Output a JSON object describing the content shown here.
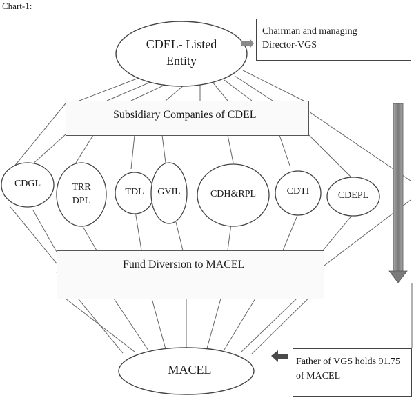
{
  "chart_label": "Chart-1:",
  "top_entity": {
    "line1": "CDEL- Listed",
    "line2": "Entity"
  },
  "top_note": {
    "line1": "Chairman and managing",
    "line2": "Director-VGS"
  },
  "subsidiary_box": {
    "label": "Subsidiary Companies of CDEL"
  },
  "subsidiaries": [
    {
      "id": "cdgl",
      "line1": "CDGL",
      "line2": ""
    },
    {
      "id": "trr-dpl",
      "line1": "TRR",
      "line2": "DPL"
    },
    {
      "id": "tdl",
      "line1": "TDL",
      "line2": ""
    },
    {
      "id": "gvil",
      "line1": "GVIL",
      "line2": ""
    },
    {
      "id": "cdh-rpl",
      "line1": "CDH&RPL",
      "line2": ""
    },
    {
      "id": "cdti",
      "line1": "CDTI",
      "line2": ""
    },
    {
      "id": "cdepl",
      "line1": "CDEPL",
      "line2": ""
    }
  ],
  "fund_box": {
    "label": "Fund Diversion to MACEL"
  },
  "bottom_entity": {
    "label": "MACEL"
  },
  "bottom_note": {
    "line1": "Father of VGS holds 91.75",
    "line2": "of MACEL"
  },
  "colors": {
    "line": "#555555",
    "arrow_dark": "#3a3a3a",
    "arrow_gray": "#8a8a8a",
    "arrow_light": "#bdbdbd"
  }
}
